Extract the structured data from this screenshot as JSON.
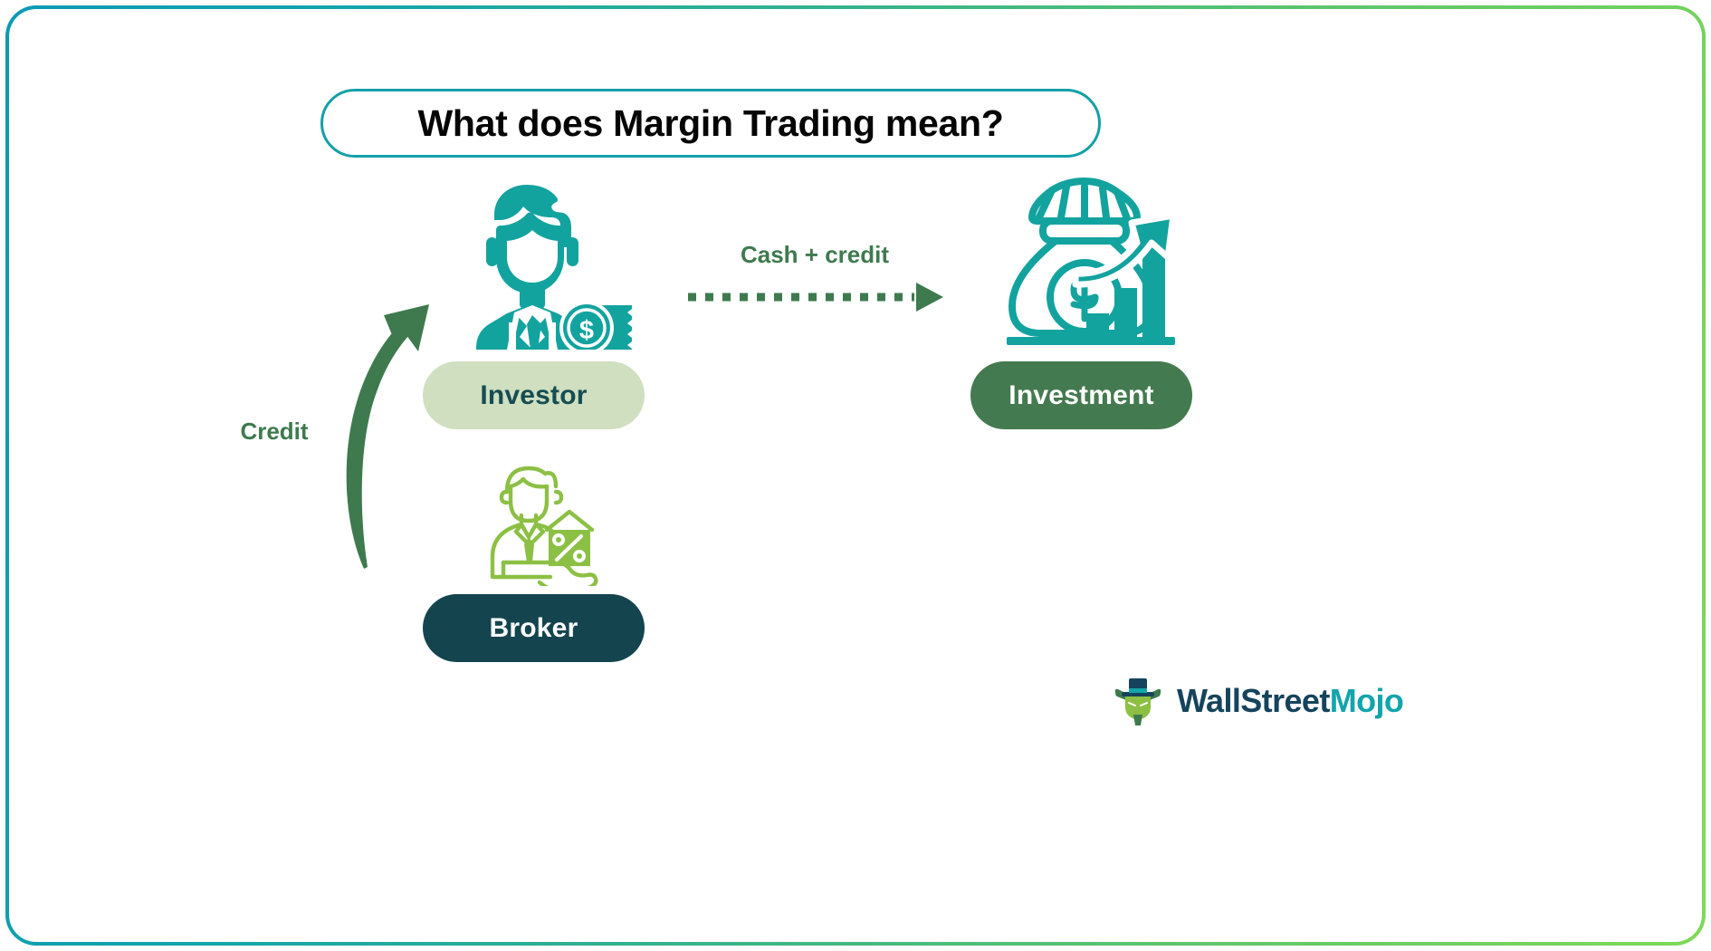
{
  "title": {
    "text": "What does Margin Trading mean?",
    "border_color": "#14a0a8",
    "text_color": "#040404"
  },
  "canvas": {
    "border_gradient_start": "#0a9ab4",
    "border_gradient_end": "#7ed957",
    "background": "#ffffff"
  },
  "nodes": {
    "investor": {
      "label": "Investor",
      "icon": "businessman-with-cash-icon",
      "pill_background": "#cfdfc0",
      "pill_text_color": "#164d52",
      "icon_color": "#13a39f"
    },
    "investment": {
      "label": "Investment",
      "icon": "money-bag-growth-chart-icon",
      "pill_background": "#447a4f",
      "pill_text_color": "#ffffff",
      "icon_color": "#13a39f"
    },
    "broker": {
      "label": "Broker",
      "icon": "broker-percent-house-icon",
      "pill_background": "#14454f",
      "pill_text_color": "#ffffff",
      "icon_color": "#8cc044"
    }
  },
  "connectors": {
    "cash_credit": {
      "label": "Cash + credit",
      "style": "dotted-arrow-right",
      "color": "#3e7a4e",
      "from": "Investor",
      "to": "Investment"
    },
    "credit": {
      "label": "Credit",
      "style": "curved-arrow-up",
      "color": "#3e7a4e",
      "from": "Broker",
      "to": "Investor"
    }
  },
  "logo": {
    "mark": "bull-with-top-hat-icon",
    "word_primary": "WallStreet",
    "word_accent": "Mojo",
    "primary_color": "#15445c",
    "accent_color": "#12a5ab"
  }
}
